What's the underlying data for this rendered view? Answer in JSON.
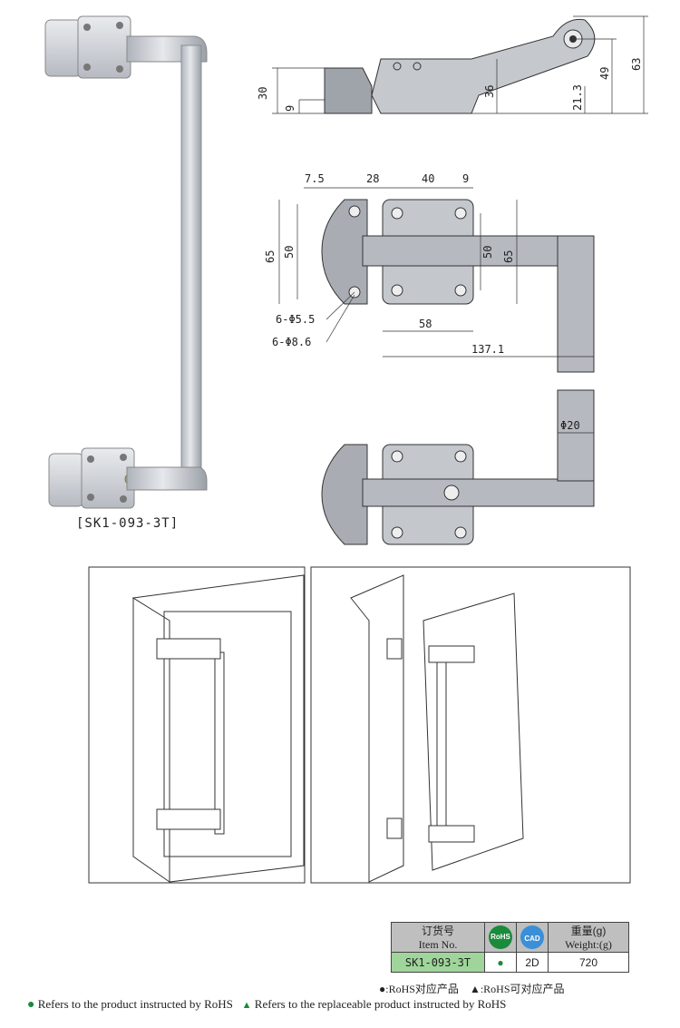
{
  "product": {
    "model_caption": "[SK1-093-3T]"
  },
  "dimensions_side": {
    "d30": "30",
    "d9": "9",
    "d36": "36",
    "d21_3": "21.3",
    "d49": "49",
    "d63": "63"
  },
  "dimensions_top": {
    "d7_5": "7.5",
    "d28": "28",
    "d40": "40",
    "d9": "9",
    "d65_left": "65",
    "d50_left": "50",
    "d50_right": "50",
    "d65_right": "65",
    "hole_small": "6-Φ5.5",
    "hole_large": "6-Φ8.6",
    "d58": "58",
    "d137_1": "137.1",
    "dia20": "Φ20"
  },
  "spec_table": {
    "item_no_cn": "订货号",
    "item_no_en": "Item No.",
    "rohs_badge": "RoHS",
    "cad_badge": "CAD",
    "weight_cn": "重量(g)",
    "weight_en": "Weight:(g)",
    "row": {
      "item": "SK1-093-3T",
      "rohs": "●",
      "cad": "2D",
      "weight": "720"
    }
  },
  "legend": {
    "cn_rohs": "●:RoHS对应产品",
    "cn_replace": "▲:RoHS可对应产品",
    "en_rohs": "Refers to the product instructed by RoHS",
    "en_replace": "Refers to the replaceable product instructed by RoHS"
  },
  "colors": {
    "metal": "#c9ccd2",
    "metal_dark": "#8e939b",
    "rohs_green": "#1a8a3b",
    "cad_blue": "#3a8fd8"
  }
}
